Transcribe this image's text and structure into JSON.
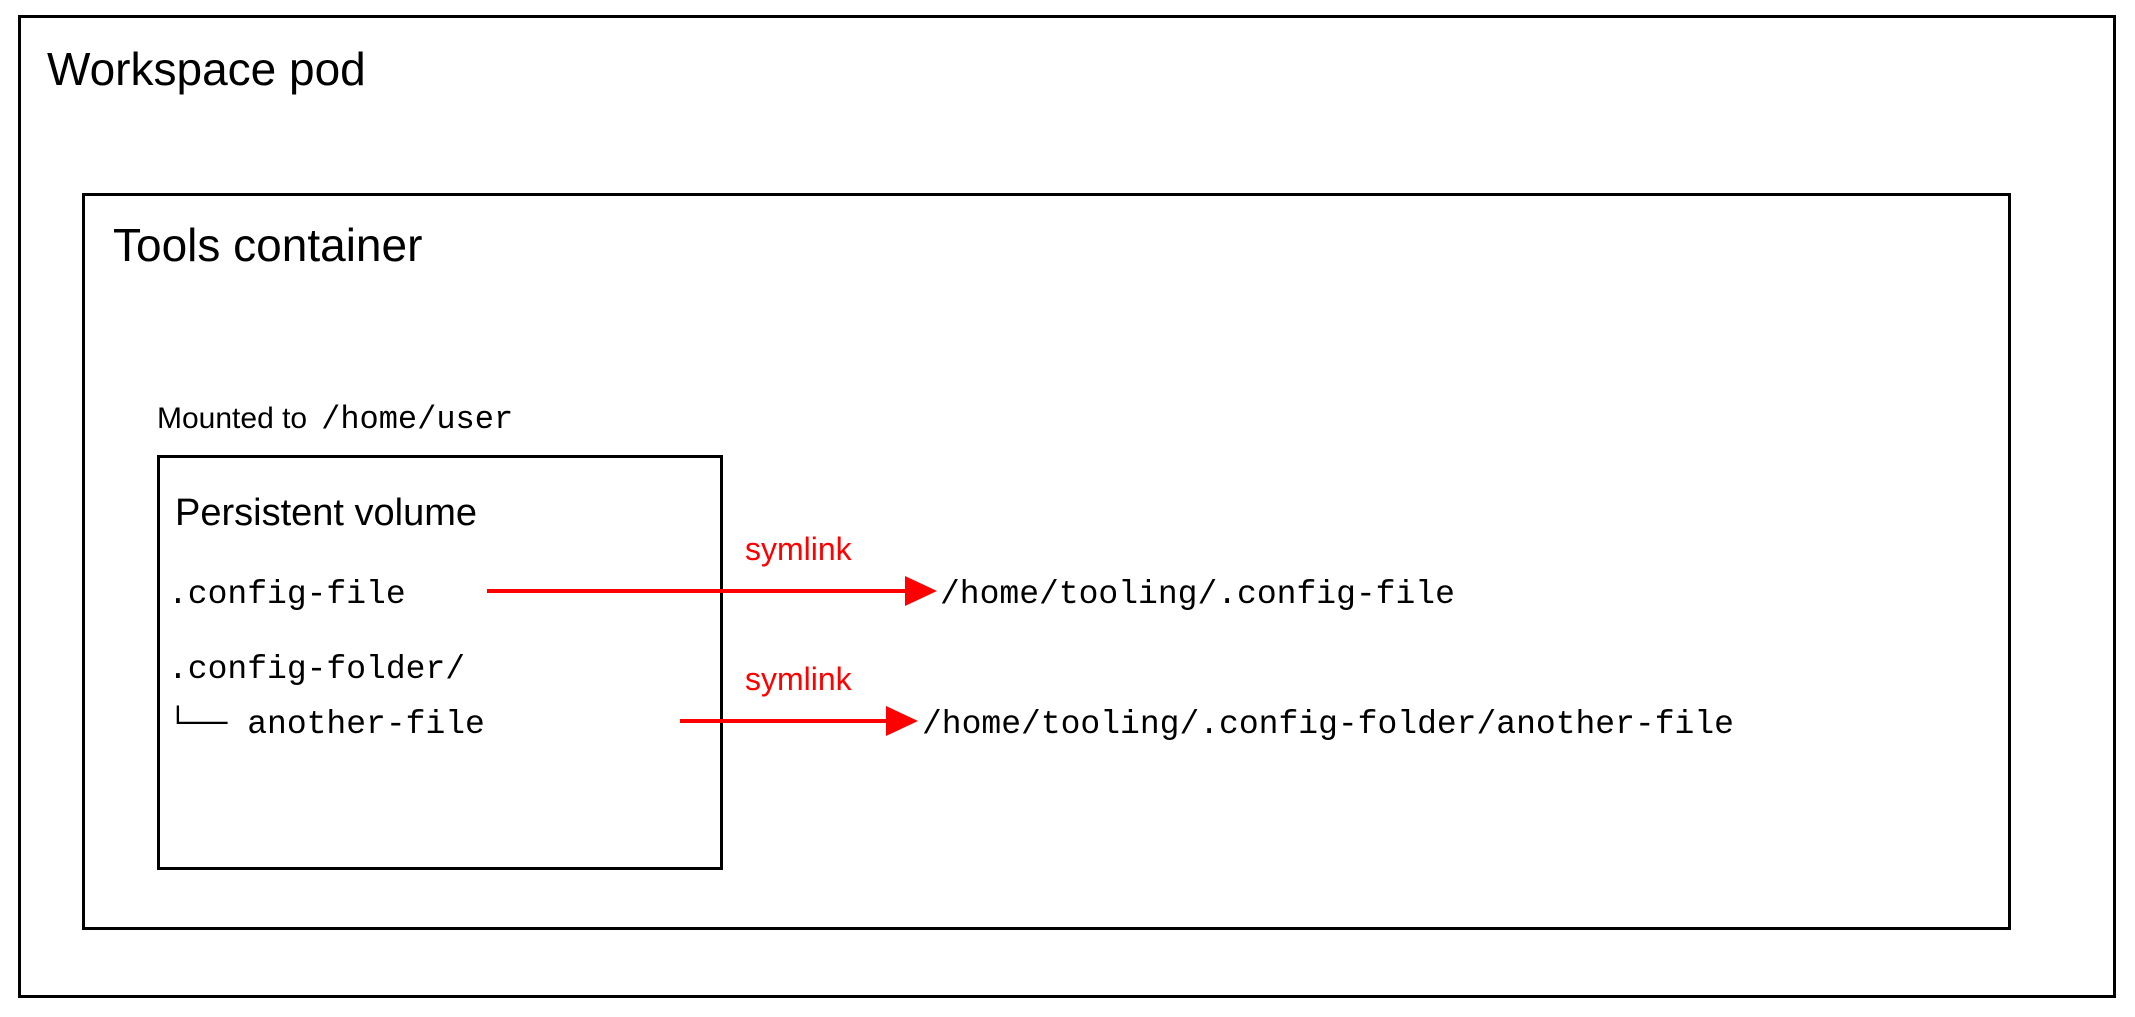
{
  "diagram": {
    "title": "Workspace pod",
    "accent_color": "#ff0000",
    "line_color": "#000000",
    "background_color": "#ffffff"
  },
  "workspace_pod": {
    "label": "Workspace pod"
  },
  "tools_container": {
    "label": "Tools container"
  },
  "mount": {
    "prefix_label": "Mounted to",
    "mount_path": "/home/user"
  },
  "persistent_volume": {
    "label": "Persistent volume",
    "entries": [
      {
        "name": ".config-file",
        "kind": "file"
      },
      {
        "name": ".config-folder/",
        "kind": "folder"
      },
      {
        "name": "└── another-file",
        "kind": "file-child"
      }
    ]
  },
  "symlinks": [
    {
      "label": "symlink",
      "source": ".config-file",
      "target": "/home/tooling/.config-file"
    },
    {
      "label": "symlink",
      "source": "another-file",
      "target": "/home/tooling/.config-folder/another-file"
    }
  ]
}
